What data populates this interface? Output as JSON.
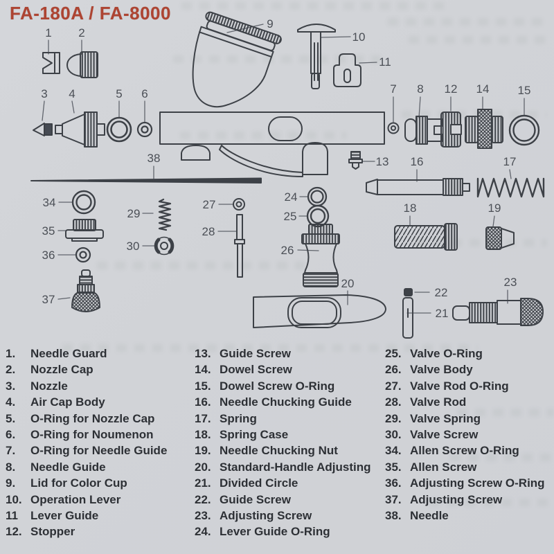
{
  "title": "FA-180A / FA-8000",
  "colors": {
    "title_accent": "#ad4432",
    "diagram_line": "#3d4147",
    "label_text": "#4b4f56",
    "list_text": "#2d3035",
    "background": "#d2d4d8"
  },
  "diagram": {
    "labels": {
      "p1": "1",
      "p2": "2",
      "p3": "3",
      "p4": "4",
      "p5": "5",
      "p6": "6",
      "p7": "7",
      "p8": "8",
      "p9": "9",
      "p10": "10",
      "p11": "11",
      "p12": "12",
      "p13": "13",
      "p14": "14",
      "p15": "15",
      "p16": "16",
      "p17": "17",
      "p18": "18",
      "p19": "19",
      "p20": "20",
      "p21": "21",
      "p22": "22",
      "p23": "23",
      "p24": "24",
      "p25": "25",
      "p26": "26",
      "p27": "27",
      "p28": "28",
      "p29": "29",
      "p30": "30",
      "p34": "34",
      "p35": "35",
      "p36": "36",
      "p37": "37",
      "p38": "38"
    }
  },
  "parts_list": {
    "columns": [
      {
        "items": [
          {
            "num": "1.",
            "name": "Needle Guard"
          },
          {
            "num": "2.",
            "name": "Nozzle Cap"
          },
          {
            "num": "3.",
            "name": "Nozzle"
          },
          {
            "num": "4.",
            "name": "Air Cap Body"
          },
          {
            "num": "5.",
            "name": "O-Ring for Nozzle Cap"
          },
          {
            "num": "6.",
            "name": "O-Ring for Noumenon"
          },
          {
            "num": "7.",
            "name": "O-Ring for Needle Guide"
          },
          {
            "num": "8.",
            "name": "Needle Guide"
          },
          {
            "num": "9.",
            "name": "Lid for Color Cup"
          },
          {
            "num": "10.",
            "name": "Operation Lever"
          },
          {
            "num": "11",
            "name": "Lever Guide"
          },
          {
            "num": "12.",
            "name": "Stopper"
          }
        ]
      },
      {
        "items": [
          {
            "num": "13.",
            "name": "Guide Screw"
          },
          {
            "num": "14.",
            "name": "Dowel Screw"
          },
          {
            "num": "15.",
            "name": "Dowel Screw O-Ring"
          },
          {
            "num": "16.",
            "name": "Needle Chucking Guide"
          },
          {
            "num": "17.",
            "name": "Spring"
          },
          {
            "num": "18.",
            "name": "Spring Case"
          },
          {
            "num": "19.",
            "name": "Needle Chucking Nut"
          },
          {
            "num": "20.",
            "name": "Standard-Handle Adjusting"
          },
          {
            "num": "21.",
            "name": "Divided Circle"
          },
          {
            "num": "22.",
            "name": "Guide Screw"
          },
          {
            "num": "23.",
            "name": "Adjusting Screw"
          },
          {
            "num": "24.",
            "name": "Lever Guide O-Ring"
          }
        ]
      },
      {
        "items": [
          {
            "num": "25.",
            "name": "Valve O-Ring"
          },
          {
            "num": "26.",
            "name": "Valve Body"
          },
          {
            "num": "27.",
            "name": "Valve Rod O-Ring"
          },
          {
            "num": "28.",
            "name": "Valve Rod"
          },
          {
            "num": "29.",
            "name": "Valve Spring"
          },
          {
            "num": "30.",
            "name": "Valve Screw"
          },
          {
            "num": "34.",
            "name": "Allen Screw O-Ring"
          },
          {
            "num": "35.",
            "name": "Allen Screw"
          },
          {
            "num": "36.",
            "name": "Adjusting Screw O-Ring"
          },
          {
            "num": "37.",
            "name": "Adjusting Screw"
          },
          {
            "num": "38.",
            "name": "Needle"
          }
        ]
      }
    ]
  }
}
